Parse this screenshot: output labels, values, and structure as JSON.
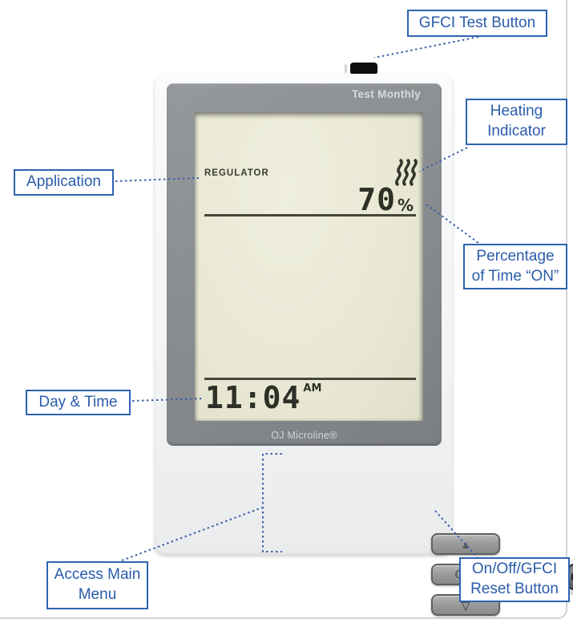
{
  "device": {
    "test_monthly_label": "Test Monthly",
    "brand": "OJ Microline®",
    "screen": {
      "application_mode": "REGULATOR",
      "percent_on_value": "70",
      "percent_sign": "%",
      "time": "11:04",
      "meridiem": "AM"
    },
    "buttons": {
      "up_icon": "▲",
      "ok_label": "OK",
      "down_icon": "▽"
    }
  },
  "callouts": {
    "gfci_test_button": "GFCI Test Button",
    "heating_indicator": "Heating Indicator",
    "application": "Application",
    "percentage_on": "Percentage of Time “ON”",
    "day_time": "Day & Time",
    "access_main_menu": "Access Main Menu",
    "on_off_reset": "On/Off/GFCI Reset Button"
  },
  "colors": {
    "callout_border": "#2e63af",
    "callout_text": "#2b5cab",
    "connector_line": "#3c5fa9",
    "lcd_background": "#e8e8d4",
    "lcd_text": "#2e2f26",
    "bezel_gray": "#888b8e"
  }
}
